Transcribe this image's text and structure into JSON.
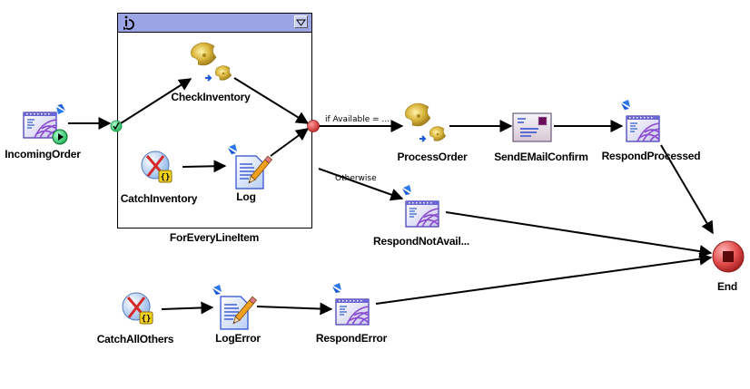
{
  "diagram": {
    "type": "bpel-process-flow",
    "scope": {
      "label": "ForEveryLineItem",
      "kind": "loop-scope"
    },
    "nodes": [
      {
        "id": "IncomingOrder",
        "label": "IncomingOrder",
        "icon": "receive-start-icon"
      },
      {
        "id": "CheckInventory",
        "label": "CheckInventory",
        "icon": "invoke-gear-icon"
      },
      {
        "id": "CatchInventory",
        "label": "CatchInventory",
        "icon": "catch-icon"
      },
      {
        "id": "Log",
        "label": "Log",
        "icon": "log-icon"
      },
      {
        "id": "ProcessOrder",
        "label": "ProcessOrder",
        "icon": "invoke-gear-icon"
      },
      {
        "id": "SendEMailConfirm",
        "label": "SendEMailConfirm",
        "icon": "email-icon"
      },
      {
        "id": "RespondProcessed",
        "label": "RespondProcessed",
        "icon": "reply-icon"
      },
      {
        "id": "RespondNotAvail",
        "label": "RespondNotAvail...",
        "icon": "reply-icon"
      },
      {
        "id": "End",
        "label": "End",
        "icon": "end-icon"
      },
      {
        "id": "CatchAllOthers",
        "label": "CatchAllOthers",
        "icon": "catch-icon"
      },
      {
        "id": "LogError",
        "label": "LogError",
        "icon": "log-icon"
      },
      {
        "id": "RespondError",
        "label": "RespondError",
        "icon": "reply-icon"
      }
    ],
    "edges": [
      {
        "from": "IncomingOrder",
        "to": "fork"
      },
      {
        "from": "fork",
        "to": "CheckInventory"
      },
      {
        "from": "CheckInventory",
        "to": "join"
      },
      {
        "from": "CatchInventory",
        "to": "Log"
      },
      {
        "from": "Log",
        "to": "join"
      },
      {
        "from": "join",
        "to": "ProcessOrder",
        "label": "if Available = ..."
      },
      {
        "from": "join",
        "to": "RespondNotAvail",
        "label": "Otherwise"
      },
      {
        "from": "ProcessOrder",
        "to": "SendEMailConfirm"
      },
      {
        "from": "SendEMailConfirm",
        "to": "RespondProcessed"
      },
      {
        "from": "RespondProcessed",
        "to": "End"
      },
      {
        "from": "RespondNotAvail",
        "to": "End"
      },
      {
        "from": "CatchAllOthers",
        "to": "LogError"
      },
      {
        "from": "LogError",
        "to": "RespondError"
      },
      {
        "from": "RespondError",
        "to": "End"
      }
    ],
    "colors": {
      "scope_header": "#9ba4e4",
      "fork": "#33cc66",
      "join": "#dd3333",
      "end": "#e04a4a",
      "gear": "#c9a227"
    }
  }
}
